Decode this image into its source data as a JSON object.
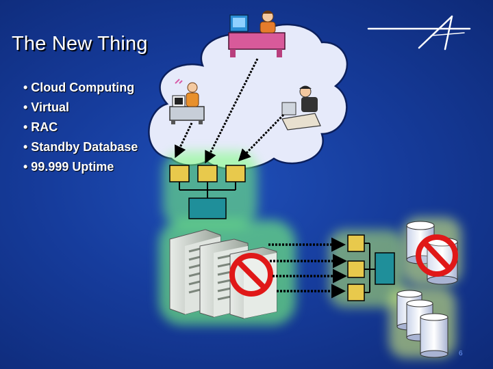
{
  "slide": {
    "title": "The New Thing",
    "bullets": [
      "• Cloud Computing",
      "• Virtual",
      "• RAC",
      "• Standby Database",
      "• 99.999 Uptime"
    ],
    "page_number": "6"
  },
  "colors": {
    "background": "#163c9c",
    "cloud_fill": "#e6eafa",
    "node_fill": "#e8c94c",
    "switch_fill": "#1f8f9a",
    "glow_green": "#7cff7c",
    "prohibit_red": "#e01818",
    "connector": "#000000"
  },
  "icons": {
    "logo": "lockheed-star-logo",
    "users": [
      "desktop-user-icon",
      "desktop-user-icon",
      "laptop-user-icon"
    ],
    "servers": "server-rack-icon",
    "databases": "database-cylinder-icon",
    "prohibit": "no-entry-icon"
  }
}
